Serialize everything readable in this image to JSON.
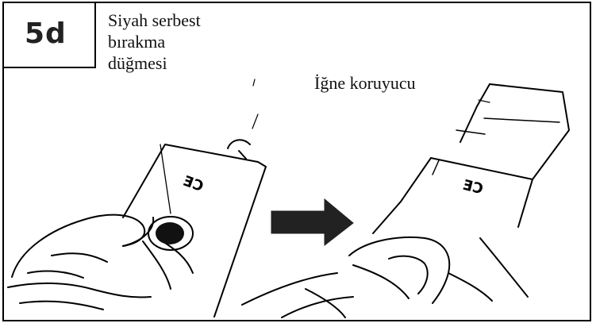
{
  "step": {
    "label": "5d"
  },
  "labels": {
    "release_button_line1": "Siyah serbest",
    "release_button_line2": "bırakma",
    "release_button_line3": "düğmesi",
    "needle_guard": "İğne koruyucu"
  },
  "device_marking": {
    "left": "CE",
    "right": "CE"
  },
  "icons": {
    "arrow": "right-arrow-icon",
    "button": "release-button-icon"
  },
  "colors": {
    "line": "#000000",
    "background": "#ffffff",
    "arrow_fill": "#222222"
  }
}
